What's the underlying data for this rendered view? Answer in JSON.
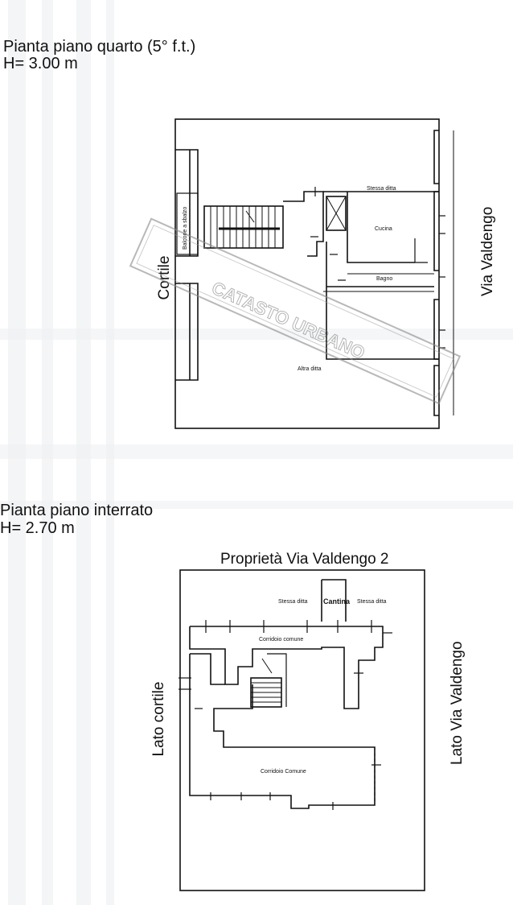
{
  "floor_4": {
    "title": "Pianta piano quarto (5° f.t.)",
    "height": "H= 3.00 m",
    "side_left": "Cortile",
    "side_right": "Via Valdengo",
    "rooms": {
      "balcony": "Balcone a sbalzo",
      "same_owner": "Stessa ditta",
      "kitchen": "Cucina",
      "bathroom": "Bagno",
      "other_owner": "Altra ditta"
    }
  },
  "basement": {
    "title": "Pianta piano interrato",
    "height": "H= 2.70 m",
    "top_label": "Proprietà Via Valdengo 2",
    "side_left": "Lato cortile",
    "side_right": "Lato Via Valdengo",
    "rooms": {
      "same_owner_left": "Stessa ditta",
      "cellar": "Cantina",
      "same_owner_right": "Stessa ditta",
      "corridor_upper": "Corridoio comune",
      "corridor_lower": "Corridoio Comune"
    }
  },
  "colors": {
    "ink": "#111111",
    "paper": "#ffffff",
    "fold": "#e9ecef"
  }
}
